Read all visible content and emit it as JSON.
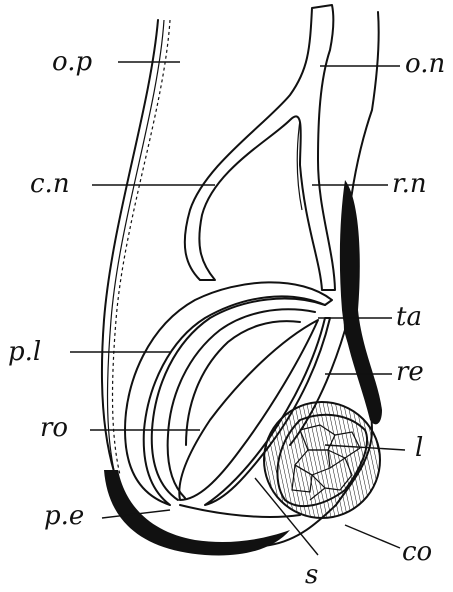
{
  "figure": {
    "labels": {
      "op": "o.p",
      "on": "o.n",
      "cn": "c.n",
      "rn": "r.n",
      "ta": "ta",
      "pl": "p.l",
      "re": "re",
      "ro": "ro",
      "l": "l",
      "pe": "p.e",
      "co": "co",
      "s": "s"
    }
  }
}
